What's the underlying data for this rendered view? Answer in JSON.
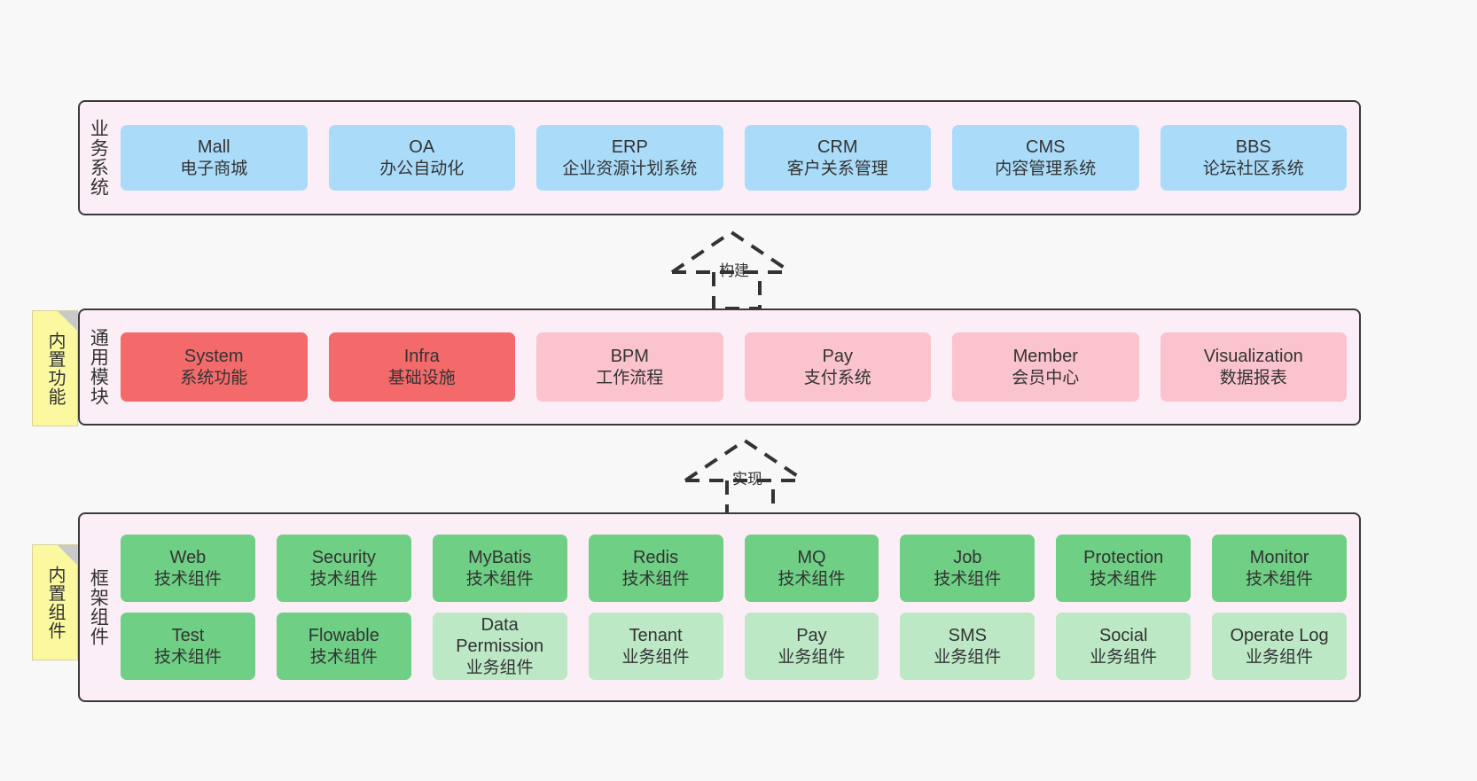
{
  "diagram": {
    "title": "",
    "colors": {
      "layer_bg": "#fbeef6",
      "layer_border": "#3a3a3a",
      "business_card": "#aadcfa",
      "core_module_card": "#f46a6a",
      "module_card": "#fbc3cd",
      "tech_component_card": "#6fcf84",
      "biz_component_card": "#bce8c6",
      "note_bg": "#fbf8a0",
      "canvas_bg": "#f8f8f8"
    }
  },
  "layers": {
    "business": {
      "title": "业务系统",
      "cards": [
        {
          "en": "Mall",
          "cn": "电子商城"
        },
        {
          "en": "OA",
          "cn": "办公自动化"
        },
        {
          "en": "ERP",
          "cn": "企业资源计划系统"
        },
        {
          "en": "CRM",
          "cn": "客户关系管理"
        },
        {
          "en": "CMS",
          "cn": "内容管理系统"
        },
        {
          "en": "BBS",
          "cn": "论坛社区系统"
        }
      ]
    },
    "common": {
      "title": "通用模块",
      "note": "内置功能",
      "cards": [
        {
          "en": "System",
          "cn": "系统功能",
          "style": "c-red"
        },
        {
          "en": "Infra",
          "cn": "基础设施",
          "style": "c-red"
        },
        {
          "en": "BPM",
          "cn": "工作流程",
          "style": "c-pink"
        },
        {
          "en": "Pay",
          "cn": "支付系统",
          "style": "c-pink"
        },
        {
          "en": "Member",
          "cn": "会员中心",
          "style": "c-pink"
        },
        {
          "en": "Visualization",
          "cn": "数据报表",
          "style": "c-pink"
        }
      ]
    },
    "framework": {
      "title": "框架组件",
      "note": "内置组件",
      "row1": [
        {
          "en": "Web",
          "cn": "技术组件",
          "style": "c-green"
        },
        {
          "en": "Security",
          "cn": "技术组件",
          "style": "c-green"
        },
        {
          "en": "MyBatis",
          "cn": "技术组件",
          "style": "c-green"
        },
        {
          "en": "Redis",
          "cn": "技术组件",
          "style": "c-green"
        },
        {
          "en": "MQ",
          "cn": "技术组件",
          "style": "c-green"
        },
        {
          "en": "Job",
          "cn": "技术组件",
          "style": "c-green"
        },
        {
          "en": "Protection",
          "cn": "技术组件",
          "style": "c-green"
        },
        {
          "en": "Monitor",
          "cn": "技术组件",
          "style": "c-green"
        }
      ],
      "row2": [
        {
          "en": "Test",
          "cn": "技术组件",
          "style": "c-green"
        },
        {
          "en": "Flowable",
          "cn": "技术组件",
          "style": "c-green"
        },
        {
          "en": "Data Permission",
          "cn": "业务组件",
          "style": "c-greenlight"
        },
        {
          "en": "Tenant",
          "cn": "业务组件",
          "style": "c-greenlight"
        },
        {
          "en": "Pay",
          "cn": "业务组件",
          "style": "c-greenlight"
        },
        {
          "en": "SMS",
          "cn": "业务组件",
          "style": "c-greenlight"
        },
        {
          "en": "Social",
          "cn": "业务组件",
          "style": "c-greenlight"
        },
        {
          "en": "Operate Log",
          "cn": "业务组件",
          "style": "c-greenlight"
        }
      ]
    }
  },
  "connectors": [
    {
      "id": "build",
      "label": "构建",
      "from": "common",
      "to": "business"
    },
    {
      "id": "impl",
      "label": "实现",
      "from": "framework",
      "to": "common"
    }
  ]
}
